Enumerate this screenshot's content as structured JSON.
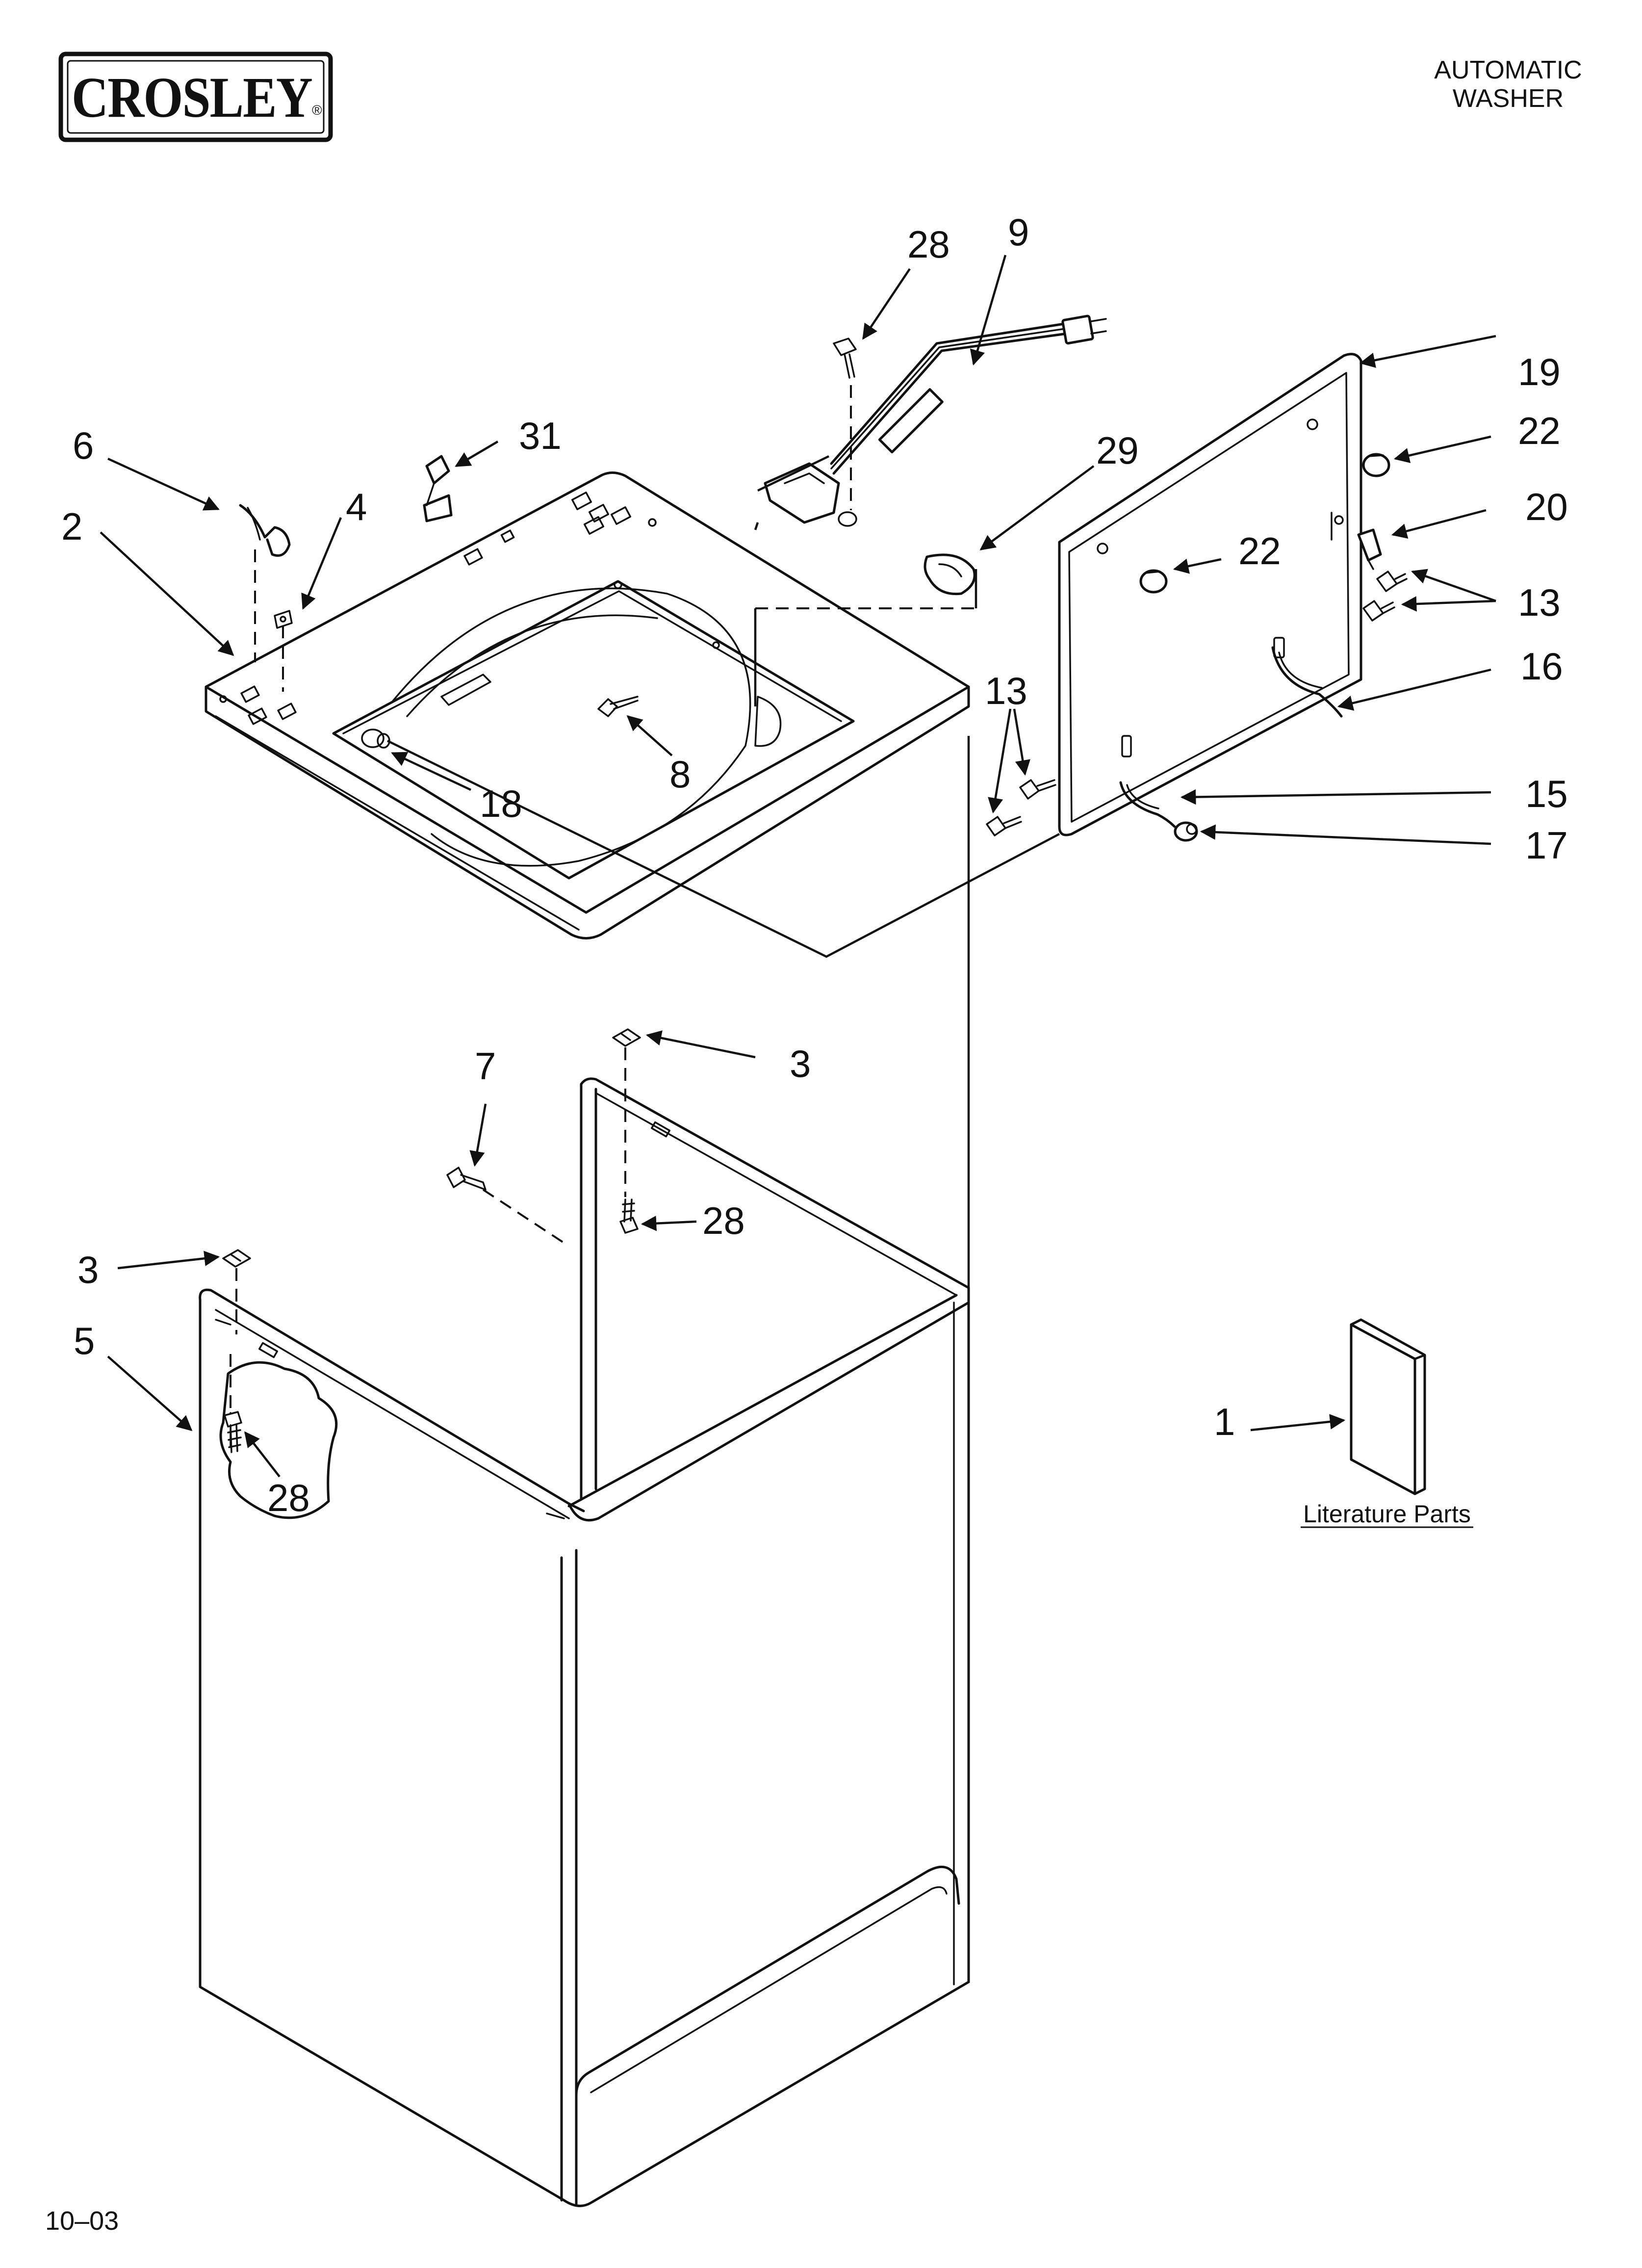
{
  "brand": {
    "name": "CROSLEY",
    "registered_mark": "®"
  },
  "header": {
    "line1": "AUTOMATIC",
    "line2": "WASHER"
  },
  "callouts": [
    {
      "id": "c28a",
      "text": "28"
    },
    {
      "id": "c9",
      "text": "9"
    },
    {
      "id": "c19",
      "text": "19"
    },
    {
      "id": "c22a",
      "text": "22"
    },
    {
      "id": "c31",
      "text": "31"
    },
    {
      "id": "c6",
      "text": "6"
    },
    {
      "id": "c29",
      "text": "29"
    },
    {
      "id": "c20",
      "text": "20"
    },
    {
      "id": "c4",
      "text": "4"
    },
    {
      "id": "c2",
      "text": "2"
    },
    {
      "id": "c22b",
      "text": "22"
    },
    {
      "id": "c13a",
      "text": "13"
    },
    {
      "id": "c16",
      "text": "16"
    },
    {
      "id": "c13b",
      "text": "13"
    },
    {
      "id": "c8",
      "text": "8"
    },
    {
      "id": "c18",
      "text": "18"
    },
    {
      "id": "c15",
      "text": "15"
    },
    {
      "id": "c17",
      "text": "17"
    },
    {
      "id": "c3a",
      "text": "3"
    },
    {
      "id": "c7",
      "text": "7"
    },
    {
      "id": "c28b",
      "text": "28"
    },
    {
      "id": "c3b",
      "text": "3"
    },
    {
      "id": "c5",
      "text": "5"
    },
    {
      "id": "c28c",
      "text": "28"
    },
    {
      "id": "c1",
      "text": "1"
    }
  ],
  "literature": {
    "label": "Literature Parts"
  },
  "footer": {
    "code": "10–03"
  }
}
